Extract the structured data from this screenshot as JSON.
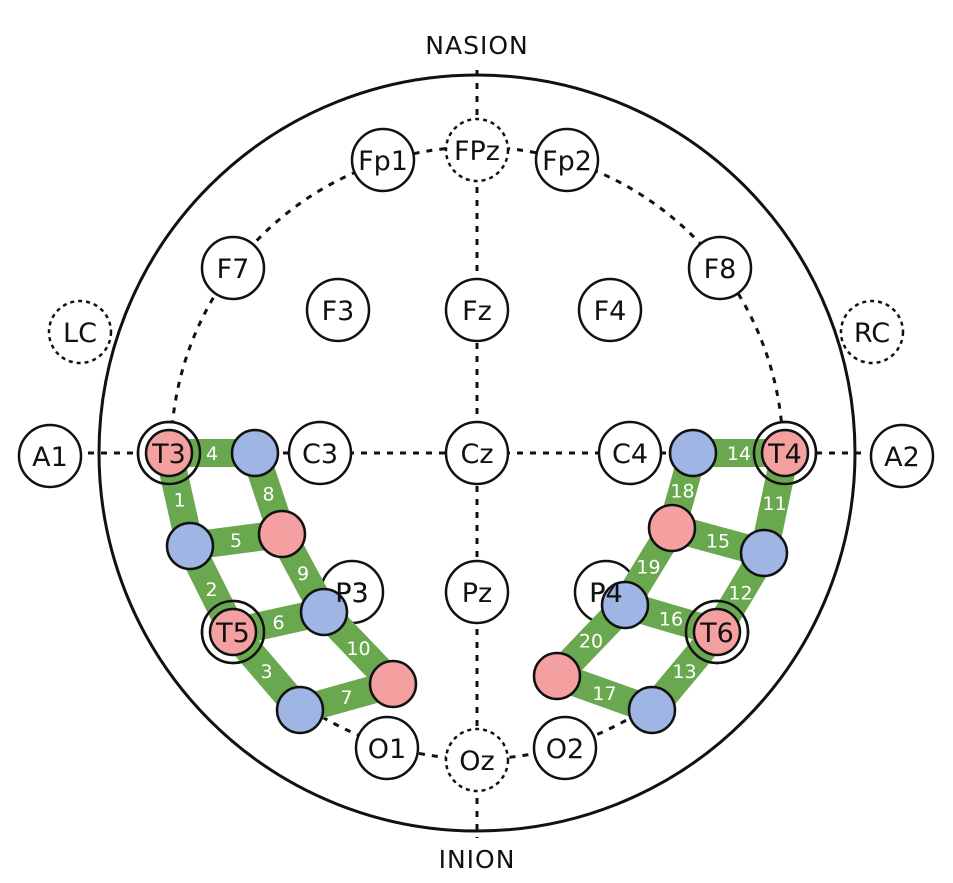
{
  "labels": {
    "top": "NASION",
    "bottom": "INION"
  },
  "colors": {
    "channel": "#6aa84f",
    "source": "#f4a0a0",
    "sink": "#9fb5e3",
    "outline": "#111111"
  },
  "electrodes": [
    {
      "id": "fp1",
      "label": "Fp1",
      "dashed": false
    },
    {
      "id": "fpz",
      "label": "FPz",
      "dashed": true
    },
    {
      "id": "fp2",
      "label": "Fp2",
      "dashed": false
    },
    {
      "id": "f7",
      "label": "F7",
      "dashed": false
    },
    {
      "id": "f3",
      "label": "F3",
      "dashed": false
    },
    {
      "id": "fz",
      "label": "Fz",
      "dashed": false
    },
    {
      "id": "f4",
      "label": "F4",
      "dashed": false
    },
    {
      "id": "f8",
      "label": "F8",
      "dashed": false
    },
    {
      "id": "lc",
      "label": "LC",
      "dashed": true
    },
    {
      "id": "rc",
      "label": "RC",
      "dashed": true
    },
    {
      "id": "a1",
      "label": "A1",
      "dashed": false
    },
    {
      "id": "c3",
      "label": "C3",
      "dashed": false
    },
    {
      "id": "cz",
      "label": "Cz",
      "dashed": false
    },
    {
      "id": "c4",
      "label": "C4",
      "dashed": false
    },
    {
      "id": "a2",
      "label": "A2",
      "dashed": false
    },
    {
      "id": "p3",
      "label": "P3",
      "dashed": false
    },
    {
      "id": "pz",
      "label": "Pz",
      "dashed": false
    },
    {
      "id": "p4",
      "label": "P4",
      "dashed": false
    },
    {
      "id": "o1",
      "label": "O1",
      "dashed": false
    },
    {
      "id": "oz",
      "label": "Oz",
      "dashed": true
    },
    {
      "id": "o2",
      "label": "O2",
      "dashed": false
    },
    {
      "id": "t3",
      "label": "T3",
      "dashed": false
    },
    {
      "id": "t4",
      "label": "T4",
      "dashed": false
    },
    {
      "id": "t5",
      "label": "T5",
      "dashed": false
    },
    {
      "id": "t6",
      "label": "T6",
      "dashed": false
    }
  ],
  "optodes": [
    {
      "id": "lt3",
      "type": "source"
    },
    {
      "id": "lt5",
      "type": "source"
    },
    {
      "id": "lr1",
      "type": "source"
    },
    {
      "id": "lr3",
      "type": "source"
    },
    {
      "id": "ld1",
      "type": "sink"
    },
    {
      "id": "ld2",
      "type": "sink"
    },
    {
      "id": "ld3",
      "type": "sink"
    },
    {
      "id": "ld4",
      "type": "sink"
    },
    {
      "id": "rt4",
      "type": "source"
    },
    {
      "id": "rt6",
      "type": "source"
    },
    {
      "id": "rr1",
      "type": "source"
    },
    {
      "id": "rr3",
      "type": "source"
    },
    {
      "id": "rd1",
      "type": "sink"
    },
    {
      "id": "rd2",
      "type": "sink"
    },
    {
      "id": "rd3",
      "type": "sink"
    },
    {
      "id": "rd4",
      "type": "sink"
    }
  ],
  "channels": [
    {
      "n": "1",
      "from": "lt3",
      "to": "ld1"
    },
    {
      "n": "2",
      "from": "ld1",
      "to": "lt5"
    },
    {
      "n": "3",
      "from": "lt5",
      "to": "ld3"
    },
    {
      "n": "4",
      "from": "lt3",
      "to": "ld2"
    },
    {
      "n": "5",
      "from": "ld1",
      "to": "lr1"
    },
    {
      "n": "6",
      "from": "lt5",
      "to": "ld4"
    },
    {
      "n": "7",
      "from": "ld3",
      "to": "lr3"
    },
    {
      "n": "8",
      "from": "ld2",
      "to": "lr1"
    },
    {
      "n": "9",
      "from": "lr1",
      "to": "ld4"
    },
    {
      "n": "10",
      "from": "ld4",
      "to": "lr3"
    },
    {
      "n": "11",
      "from": "rt4",
      "to": "rd1"
    },
    {
      "n": "12",
      "from": "rd1",
      "to": "rt6"
    },
    {
      "n": "13",
      "from": "rt6",
      "to": "rd3"
    },
    {
      "n": "14",
      "from": "rt4",
      "to": "rd2"
    },
    {
      "n": "15",
      "from": "rd1",
      "to": "rr1"
    },
    {
      "n": "16",
      "from": "rt6",
      "to": "rd4"
    },
    {
      "n": "17",
      "from": "rd3",
      "to": "rr3"
    },
    {
      "n": "18",
      "from": "rd2",
      "to": "rr1"
    },
    {
      "n": "19",
      "from": "rr1",
      "to": "rd4"
    },
    {
      "n": "20",
      "from": "rd4",
      "to": "rr3"
    }
  ]
}
